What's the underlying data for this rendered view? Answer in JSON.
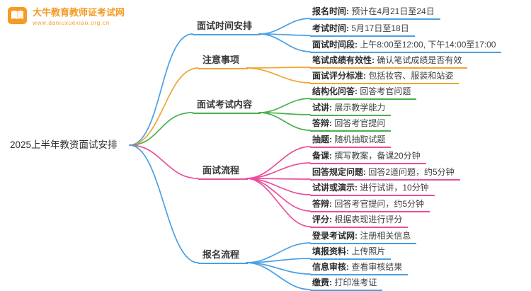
{
  "logo": {
    "site_name": "大牛教育教师证考试网",
    "site_url": "www.daniuxuexiao.org.cn",
    "icon": "open-book-icon"
  },
  "root": {
    "label": "2025上半年教资面试安排"
  },
  "colors": {
    "blue": "#4AA0E4",
    "orange": "#F0A431",
    "green": "#48B14E",
    "pink": "#EB4D9C",
    "logo_orange": "#F59A23"
  },
  "branches": [
    {
      "label": "面试时间安排",
      "color": "blue",
      "children": [
        {
          "head": "报名时间:",
          "tail": " 预计在4月21日至24日"
        },
        {
          "head": "考试时间:",
          "tail": " 5月17日至18日"
        },
        {
          "head": "面试时间段:",
          "tail": " 上午8:00至12:00, 下午14:00至17:00"
        }
      ]
    },
    {
      "label": "注意事项",
      "color": "orange",
      "children": [
        {
          "head": "笔试成绩有效性:",
          "tail": " 确认笔试成绩是否有效"
        },
        {
          "head": "面试评分标准:",
          "tail": " 包括妆容、服装和站姿"
        }
      ]
    },
    {
      "label": "面试考试内容",
      "color": "green",
      "children": [
        {
          "head": "结构化问答:",
          "tail": " 回答考官问题"
        },
        {
          "head": "试讲:",
          "tail": " 展示教学能力"
        },
        {
          "head": "答辩:",
          "tail": " 回答考官提问"
        }
      ]
    },
    {
      "label": "面试流程",
      "color": "pink",
      "children": [
        {
          "head": "抽题:",
          "tail": " 随机抽取试题"
        },
        {
          "head": "备课:",
          "tail": " 撰写教案，备课20分钟"
        },
        {
          "head": "回答规定问题:",
          "tail": " 回答2道问题，约5分钟"
        },
        {
          "head": "试讲或演示:",
          "tail": " 进行试讲，10分钟"
        },
        {
          "head": "答辩:",
          "tail": " 回答考官提问，约5分钟"
        },
        {
          "head": "评分:",
          "tail": " 根据表现进行评分"
        }
      ]
    },
    {
      "label": "报名流程",
      "color": "blue",
      "children": [
        {
          "head": "登录考试网:",
          "tail": " 注册相关信息"
        },
        {
          "head": "填报资料:",
          "tail": " 上传照片"
        },
        {
          "head": "信息审核:",
          "tail": " 查看审核结果"
        },
        {
          "head": "缴费:",
          "tail": " 打印准考证"
        }
      ]
    }
  ]
}
